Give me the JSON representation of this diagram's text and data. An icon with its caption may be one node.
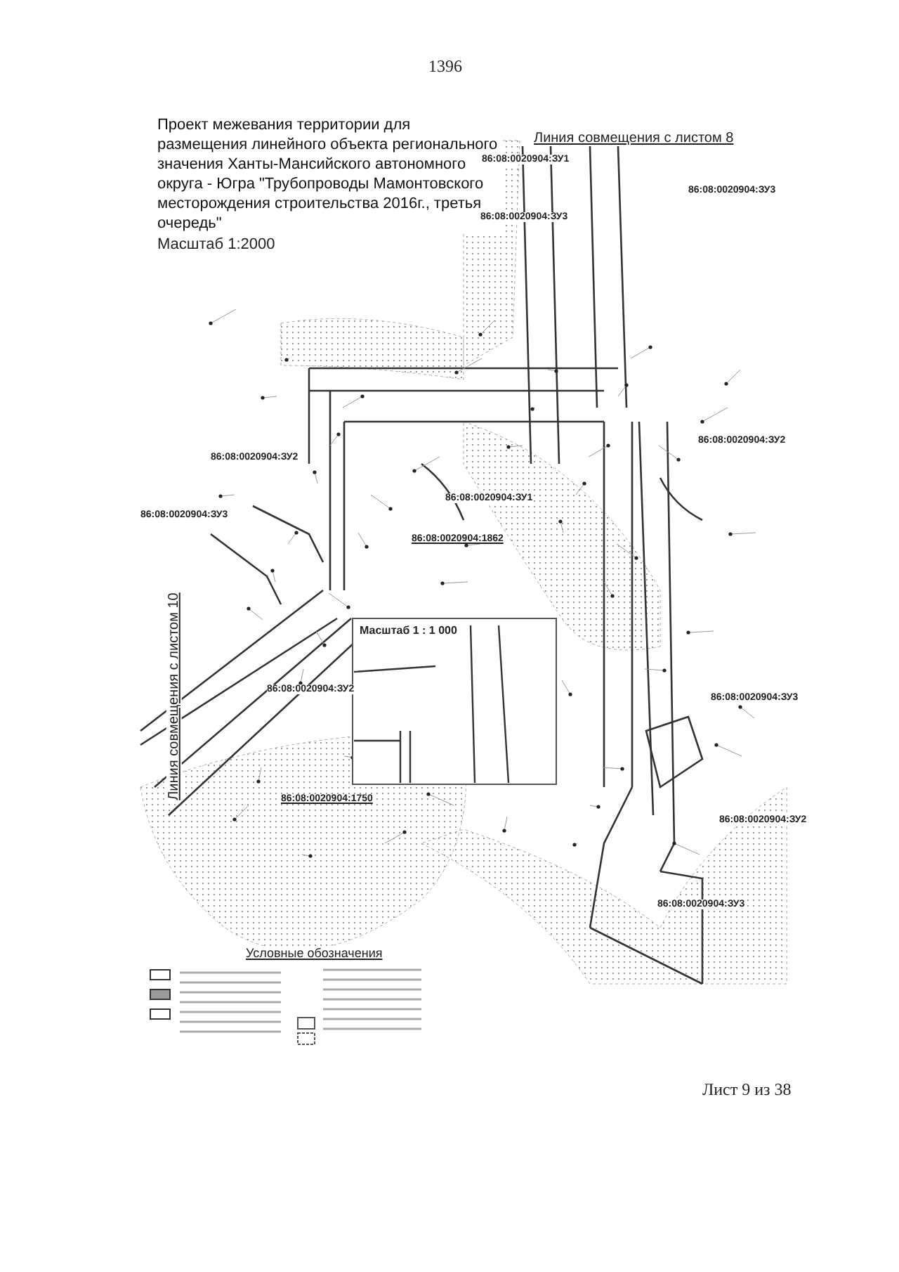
{
  "diagram": {
    "title": "Проект межевания территории для размещения линейного объекта регионального значения Ханты-Мансийского автономного округа - Югра \"Трубопроводы Мамонтовского месторождения строительства 2016г., третья очередь\"",
    "labels": [
      "1396",
      "Масштаб 1:2000",
      "Линия совмещения с листом 8",
      "86:08:0020904:ЗУ1",
      "86:08:0020904:ЗУ3",
      "86:08:0020904:ЗУ3",
      "86:08:0020904:ЗУ2",
      "86:08:0020904:ЗУ3",
      "86:08:0020904:ЗУ1",
      "86:08:0020904:ЗУ2",
      "86:08:0020904:1862",
      "Линия совмещения с листом 10",
      "Масштаб 1 : 1 000",
      "86:08:0020904:ЗУ2",
      "86:08:0020904:ЗУ3",
      "86:08:0020904:ЗУ2",
      "86:08:0020904:1750",
      "86:08:0020904:ЗУ3",
      "Условные обозначения",
      "Лист 9 из 38"
    ]
  }
}
